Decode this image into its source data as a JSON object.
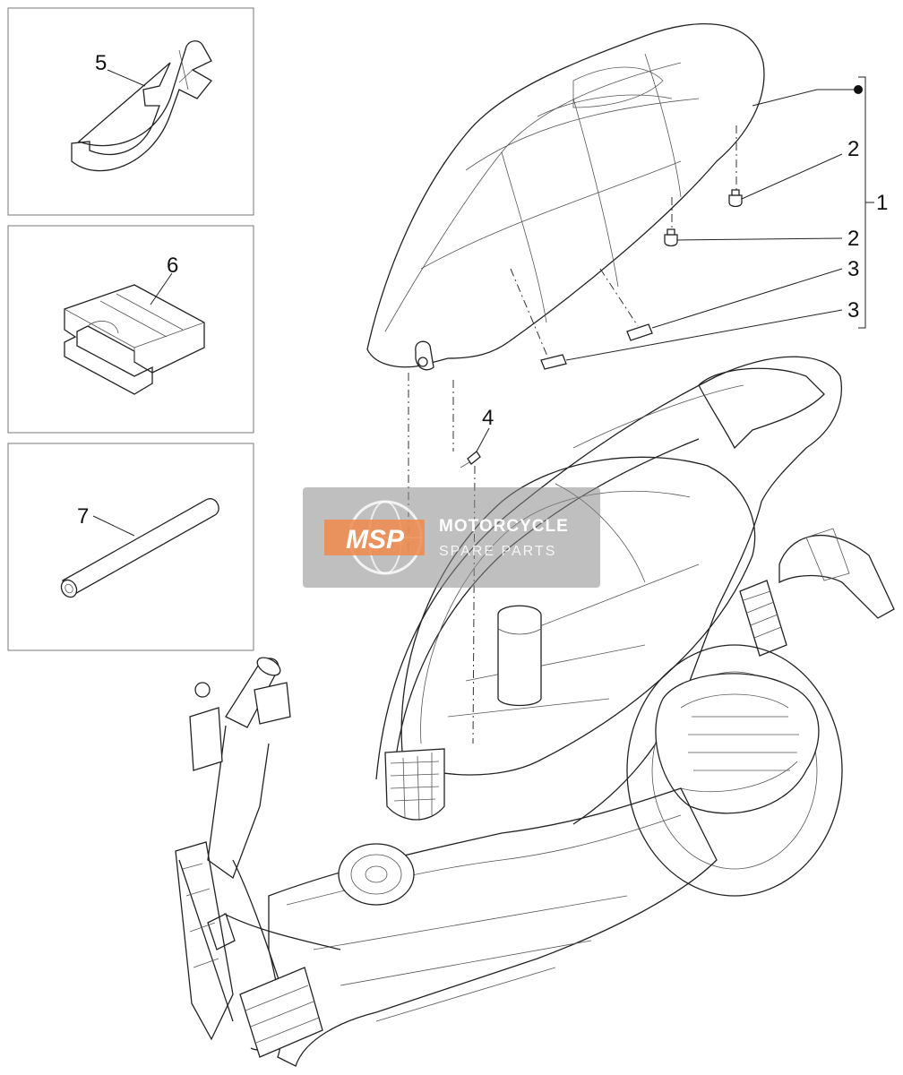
{
  "diagram": {
    "callouts": [
      "1",
      "2",
      "2",
      "3",
      "3",
      "4",
      "5",
      "6",
      "7"
    ]
  },
  "watermark": {
    "logo_text": "MSP",
    "line1": "MOTORCYCLE",
    "line2": "SPARE PARTS"
  },
  "colors": {
    "watermark_bg": "#8a8a8a",
    "logo_orange": "#f08a4b"
  }
}
